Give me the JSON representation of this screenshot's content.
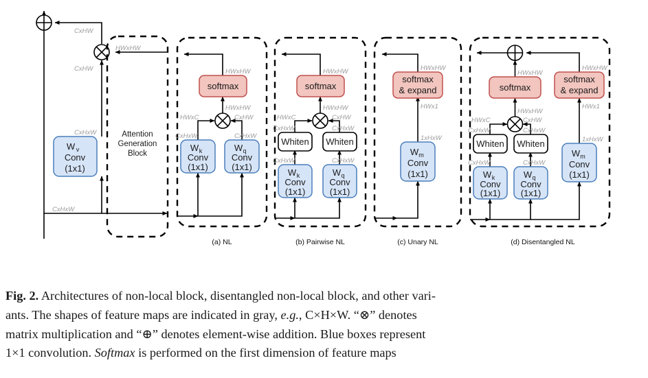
{
  "figure": {
    "id": "Fig. 2.",
    "caption_lines": [
      "Architectures of non-local block, disentangled non-local block, and other vari-",
      "ants. The shapes of feature maps are indicated in gray, e.g., C×H×W. “⊗” denotes",
      "matrix multiplication and “⊕” denotes element-wise addition. Blue boxes represent",
      "1×1 convolution. Softmax is performed on the first dimension of feature maps"
    ],
    "caption_full": "Fig. 2. Architectures of non-local block, disentangled non-local block, and other variants. The shapes of feature maps are indicated in gray, e.g., C×H×W. “⊗” denotes matrix multiplication and “⊕” denotes element-wise addition. Blue boxes represent 1×1 convolution. Softmax is performed on the first dimension of feature maps"
  },
  "colors": {
    "blue_fill": "#d6e4f7",
    "blue_stroke": "#4a7ebb",
    "red_fill": "#f2c5bf",
    "red_stroke": "#c0504d",
    "white_fill": "#ffffff",
    "black_stroke": "#000000",
    "shape_label_gray": "#9b9b9b",
    "background": "#ffffff"
  },
  "operators": {
    "multiply": "⊗",
    "add": "⊕"
  },
  "main_block": {
    "name": "non-local-block-outline",
    "wv": {
      "line1": "W",
      "sub": "v",
      "line2": "Conv",
      "line3": "(1x1)"
    },
    "attention_generation_block": {
      "line1": "Attention",
      "line2": "Generation",
      "line3": "Block"
    },
    "shapes": {
      "input": "CxHxW",
      "wv_out": "CxHxW",
      "to_mul": "CxHW",
      "attn_out": "HWxHW",
      "mul_out": "CxHW"
    }
  },
  "panels": [
    {
      "key": "nl",
      "caption": "(a) NL",
      "blocks": {
        "softmax": "softmax",
        "wk": {
          "line1": "W",
          "sub": "k",
          "line2": "Conv",
          "line3": "(1x1)"
        },
        "wq": {
          "line1": "W",
          "sub": "q",
          "line2": "Conv",
          "line3": "(1x1)"
        }
      },
      "shapes": {
        "softmax_out": "HWxHW",
        "mul_out": "HWxHW",
        "left_in": "HWxC",
        "right_in": "CxHW",
        "wk_out": "CxHxW",
        "wq_out": "CxHxW"
      }
    },
    {
      "key": "pairwise_nl",
      "caption": "(b)  Pairwise NL",
      "blocks": {
        "softmax": "softmax",
        "whiten_left": "Whiten",
        "whiten_right": "Whiten",
        "wk": {
          "line1": "W",
          "sub": "k",
          "line2": "Conv",
          "line3": "(1x1)"
        },
        "wq": {
          "line1": "W",
          "sub": "q",
          "line2": "Conv",
          "line3": "(1x1)"
        }
      },
      "shapes": {
        "softmax_out": "HWxHW",
        "mul_out": "HWxHW",
        "left_in": "HWxC",
        "right_in": "CxHW",
        "whiten_left_out": "CxHxW",
        "whiten_right_out": "CxHxW",
        "wk_out": "CxHxW",
        "wq_out": "CxHxW"
      }
    },
    {
      "key": "unary_nl",
      "caption": "(c) Unary NL",
      "blocks": {
        "softmax_expand": {
          "line1": "softmax",
          "line2": "& expand"
        },
        "wm": {
          "line1": "W",
          "sub": "m",
          "line2": "Conv",
          "line3": "(1x1)"
        }
      },
      "shapes": {
        "softmax_out": "HWxHW",
        "softmax_in": "HWx1",
        "wm_out": "1xHxW"
      }
    },
    {
      "key": "disentangled_nl",
      "caption": "(d)  Disentangled NL",
      "blocks": {
        "softmax": "softmax",
        "softmax_expand": {
          "line1": "softmax",
          "line2": "& expand"
        },
        "whiten_left": "Whiten",
        "whiten_right": "Whiten",
        "wk": {
          "line1": "W",
          "sub": "k",
          "line2": "Conv",
          "line3": "(1x1)"
        },
        "wq": {
          "line1": "W",
          "sub": "q",
          "line2": "Conv",
          "line3": "(1x1)"
        },
        "wm": {
          "line1": "W",
          "sub": "m",
          "line2": "Conv",
          "line3": "(1x1)"
        }
      },
      "shapes": {
        "softmax_out": "HWxHW",
        "softmax_expand_out": "HWxHW",
        "softmax_expand_in": "HWx1",
        "mul_out": "HWxHW",
        "left_in": "HWxC",
        "right_in": "CxHW",
        "whiten_left_out": "CxHxW",
        "whiten_right_out": "CxHxW",
        "wk_out": "CxHxW",
        "wq_out": "CxHxW",
        "wm_out": "1xHxW"
      }
    }
  ]
}
